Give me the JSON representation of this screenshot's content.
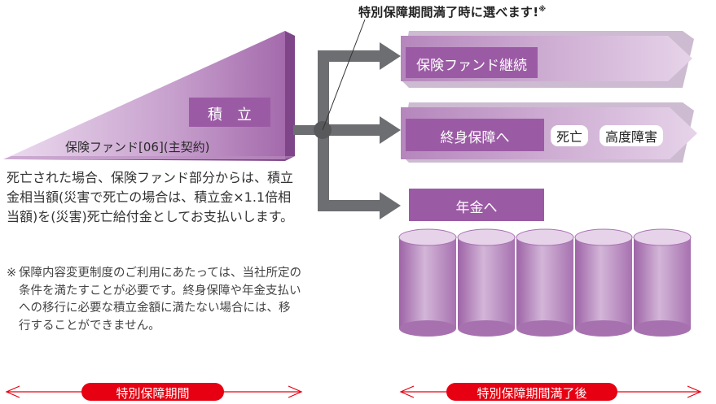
{
  "callout": {
    "text": "特別保障期間満了時に選べます!",
    "mark": "※"
  },
  "wedge": {
    "accumulation_label": "積　立",
    "fund_label": "保険ファンド[06](主契約)"
  },
  "options": {
    "continue_fund": "保険ファンド継続",
    "whole_life": "終身保障へ",
    "tags": [
      "死亡",
      "高度障害"
    ],
    "annuity": "年金へ"
  },
  "description": "死亡された場合、保険ファンド部分からは、積立金相当額(災害で死亡の場合は、積立金×1.1倍相当額)を(災害)死亡給付金としてお支払いします。",
  "note": {
    "mark": "※",
    "text": "保障内容変更制度のご利用にあたっては、当社所定の条件を満たすことが必要です。終身保障や年金支払いへの移行に必要な積立金額に満たない場合には、移行することができません。"
  },
  "periods": {
    "special": "特別保障期間",
    "after": "特別保障期間満了後"
  },
  "colors": {
    "purple": "#9b5ba4",
    "purple_light": "#c9a3cf",
    "purple_dark": "#6f3c7a",
    "gray_arrow": "#6d6e71",
    "red": "#e60012"
  }
}
